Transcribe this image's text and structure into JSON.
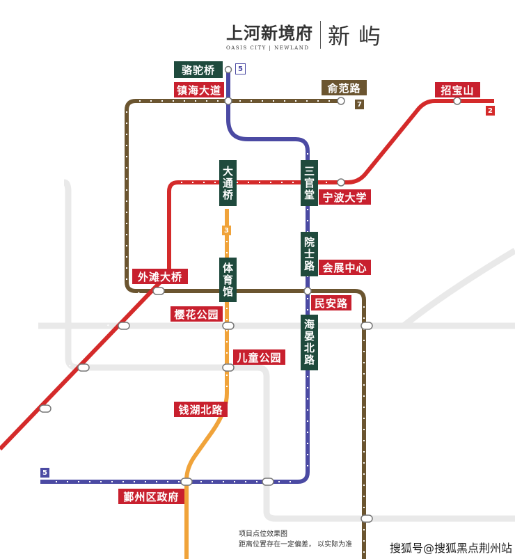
{
  "brand": {
    "name_cn": "上河新境府",
    "name_en": "OASIS CITY | NEWLAND",
    "sub_cn": "新屿"
  },
  "lines": [
    {
      "number": "5",
      "color": "#4b4aa3"
    },
    {
      "number": "7",
      "color": "#6b5530"
    },
    {
      "number": "2",
      "color": "#d42a2a"
    },
    {
      "number": "3",
      "color": "#f0a33a"
    }
  ],
  "stations": {
    "luotuoqiao": "骆驼桥",
    "zhenhaidadao": "镇海大道",
    "yufanlu": "俞范路",
    "zhaobaoshan": "招宝山",
    "datongqiao": "大通桥",
    "sanguantang": "三官堂",
    "ningbodaxue": "宁波大学",
    "yuanshilu": "院士路",
    "huizhanzhongxin": "会展中心",
    "waitandaqiao": "外滩大桥",
    "tiyuguan": "体育馆",
    "minanlu": "民安路",
    "yinghuagongyuan": "樱花公园",
    "haiyanbeilu": "海晏北路",
    "ertonggongyuan": "儿童公园",
    "qianhubeilu": "钱湖北路",
    "yinzhouquzhengfu": "鄞州区政府"
  },
  "note": {
    "line1": "项目点位效果图",
    "line2": "距离位置存在一定偏差， 以实际为准"
  },
  "watermark": "搜狐号@搜狐黑点荆州站"
}
